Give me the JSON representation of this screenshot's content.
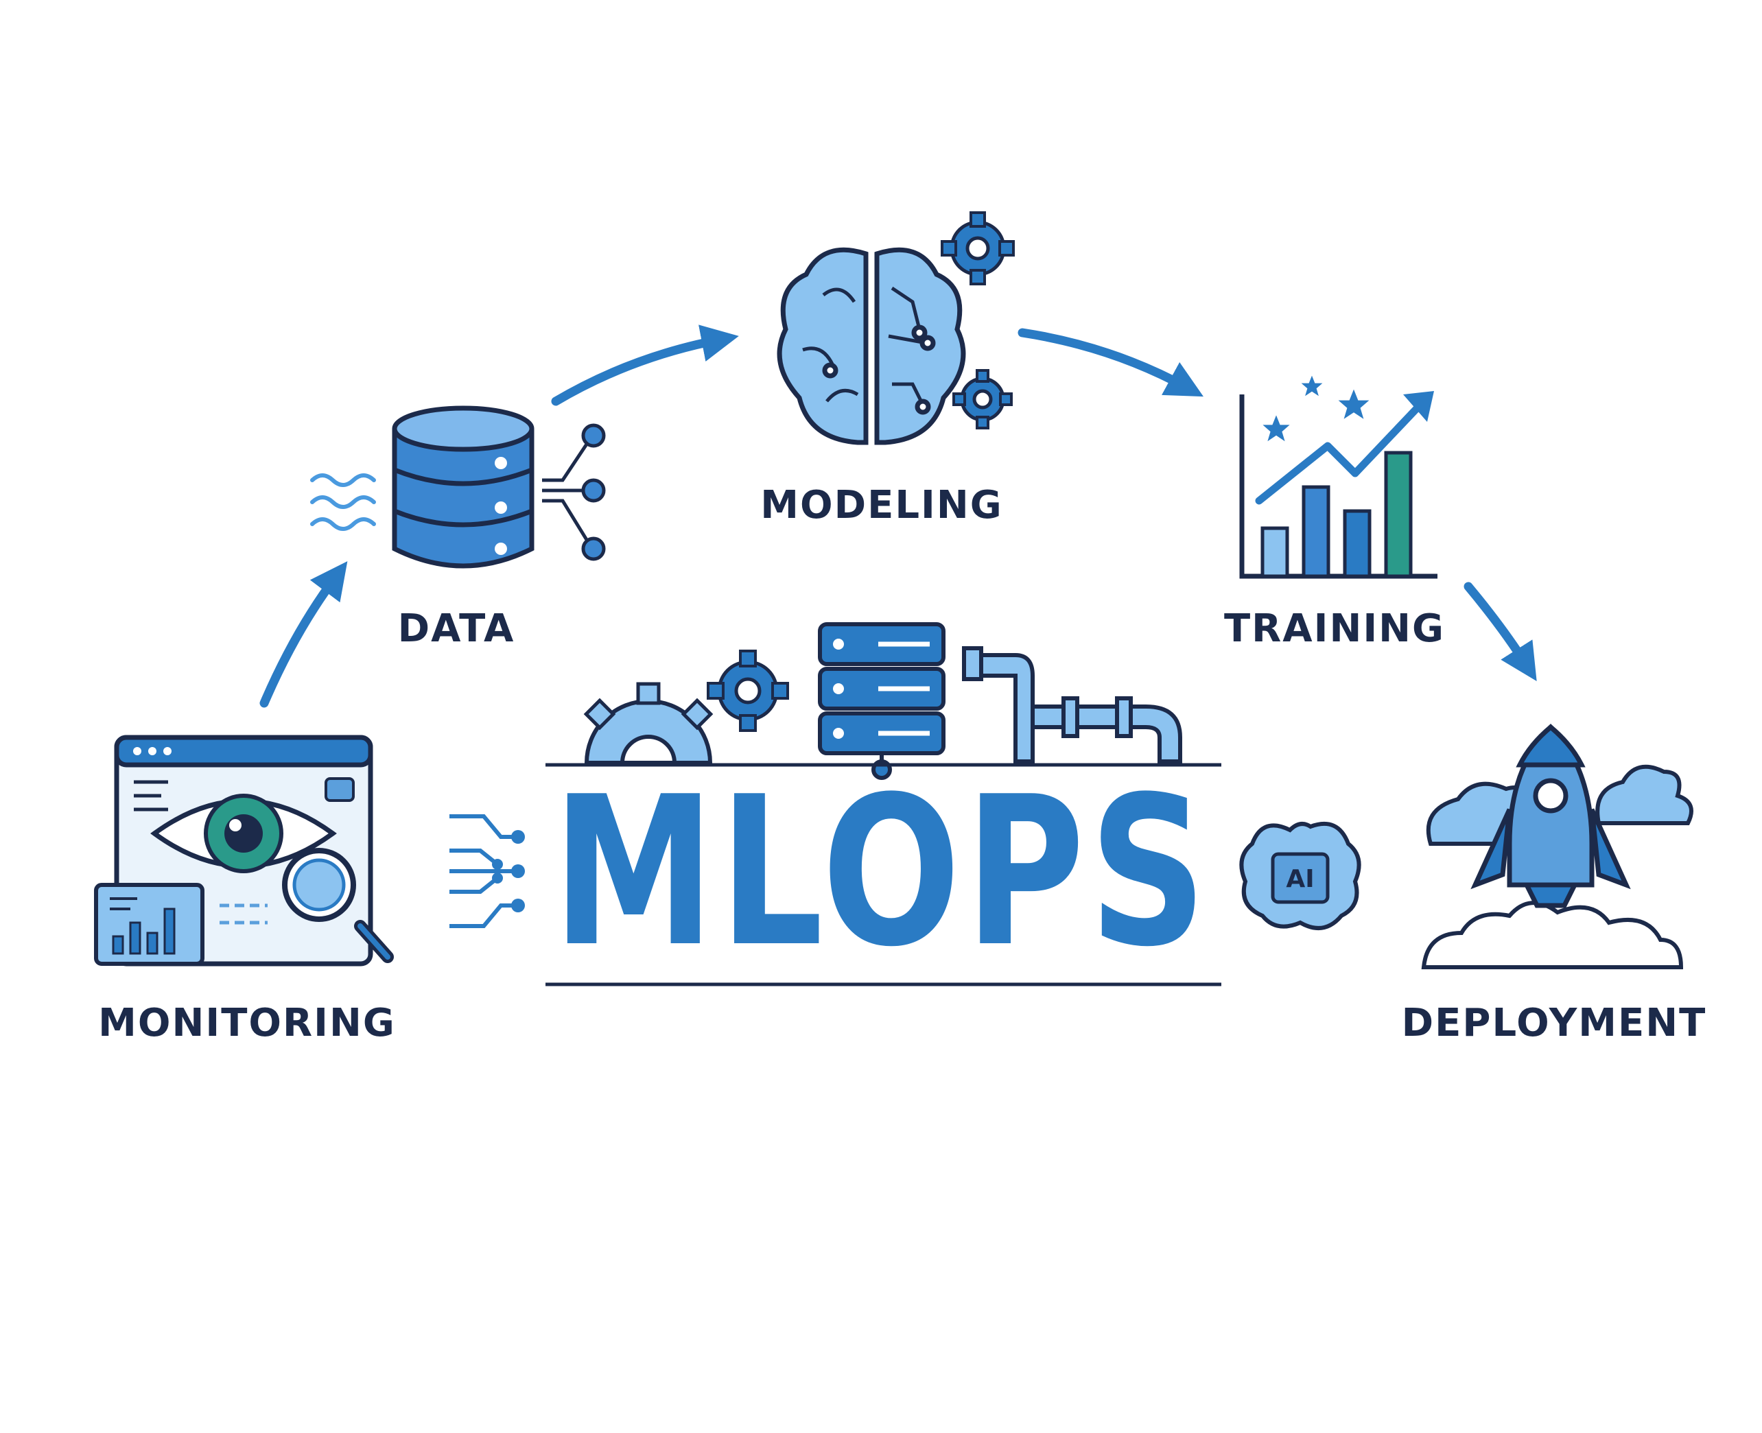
{
  "title": "MLOPS",
  "stages": {
    "data": "DATA",
    "modeling": "MODELING",
    "training": "TRAINING",
    "deployment": "DEPLOYMENT",
    "monitoring": "MONITORING"
  },
  "badge": {
    "ai": "AI"
  },
  "colors": {
    "primary": "#2a7bc4",
    "dark": "#1c2a4a",
    "light": "#a9d0f2",
    "mid": "#5b9fdc",
    "teal": "#2a9a8a"
  },
  "icons": [
    "database-icon",
    "brain-icon",
    "gear-icon",
    "bar-chart-icon",
    "rocket-icon",
    "monitor-eye-icon",
    "server-icon",
    "pipe-icon",
    "ai-chip-icon",
    "circuit-icon"
  ]
}
